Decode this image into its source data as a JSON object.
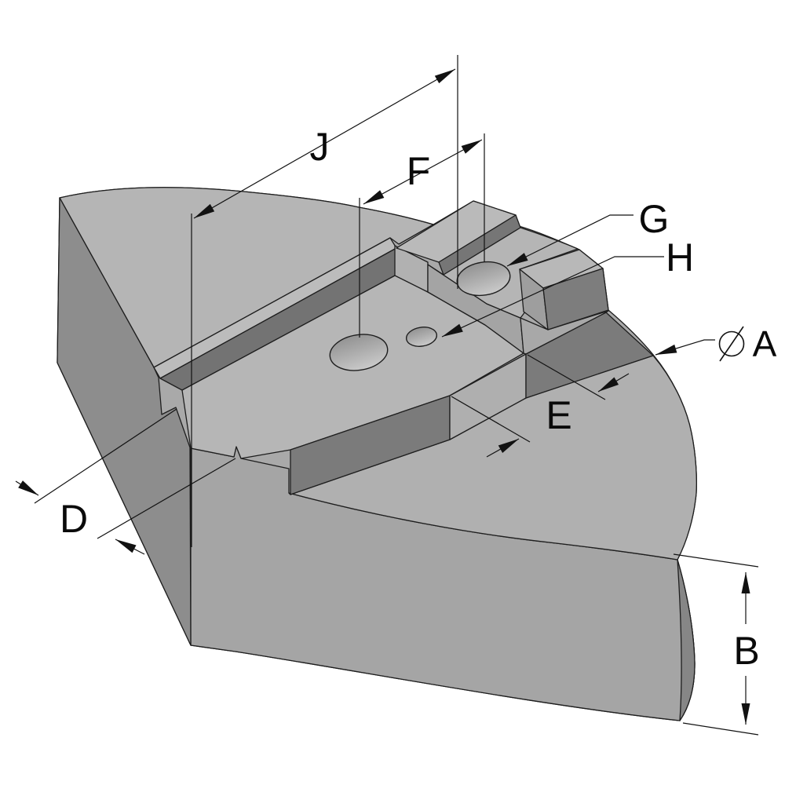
{
  "labels": {
    "j": "J",
    "f": "F",
    "g": "G",
    "h": "H",
    "a": "A",
    "e": "E",
    "d": "D",
    "b": "B",
    "diameter_symbol": "⌀"
  },
  "colors": {
    "background": "#ffffff",
    "outline": "#1e1e1e",
    "dimension_line": "#121212",
    "top_face": "#b5b5b5",
    "cut_face": "#8d8d8d",
    "dark_wall": "#7b7b7b",
    "mid_face": "#a5a5a5",
    "lower_step_face": "#b0b0b0",
    "slot_floor": "#b6b6b6",
    "hole_top": "#8f8f8f",
    "hole_bottom": "#c7c7c7"
  }
}
